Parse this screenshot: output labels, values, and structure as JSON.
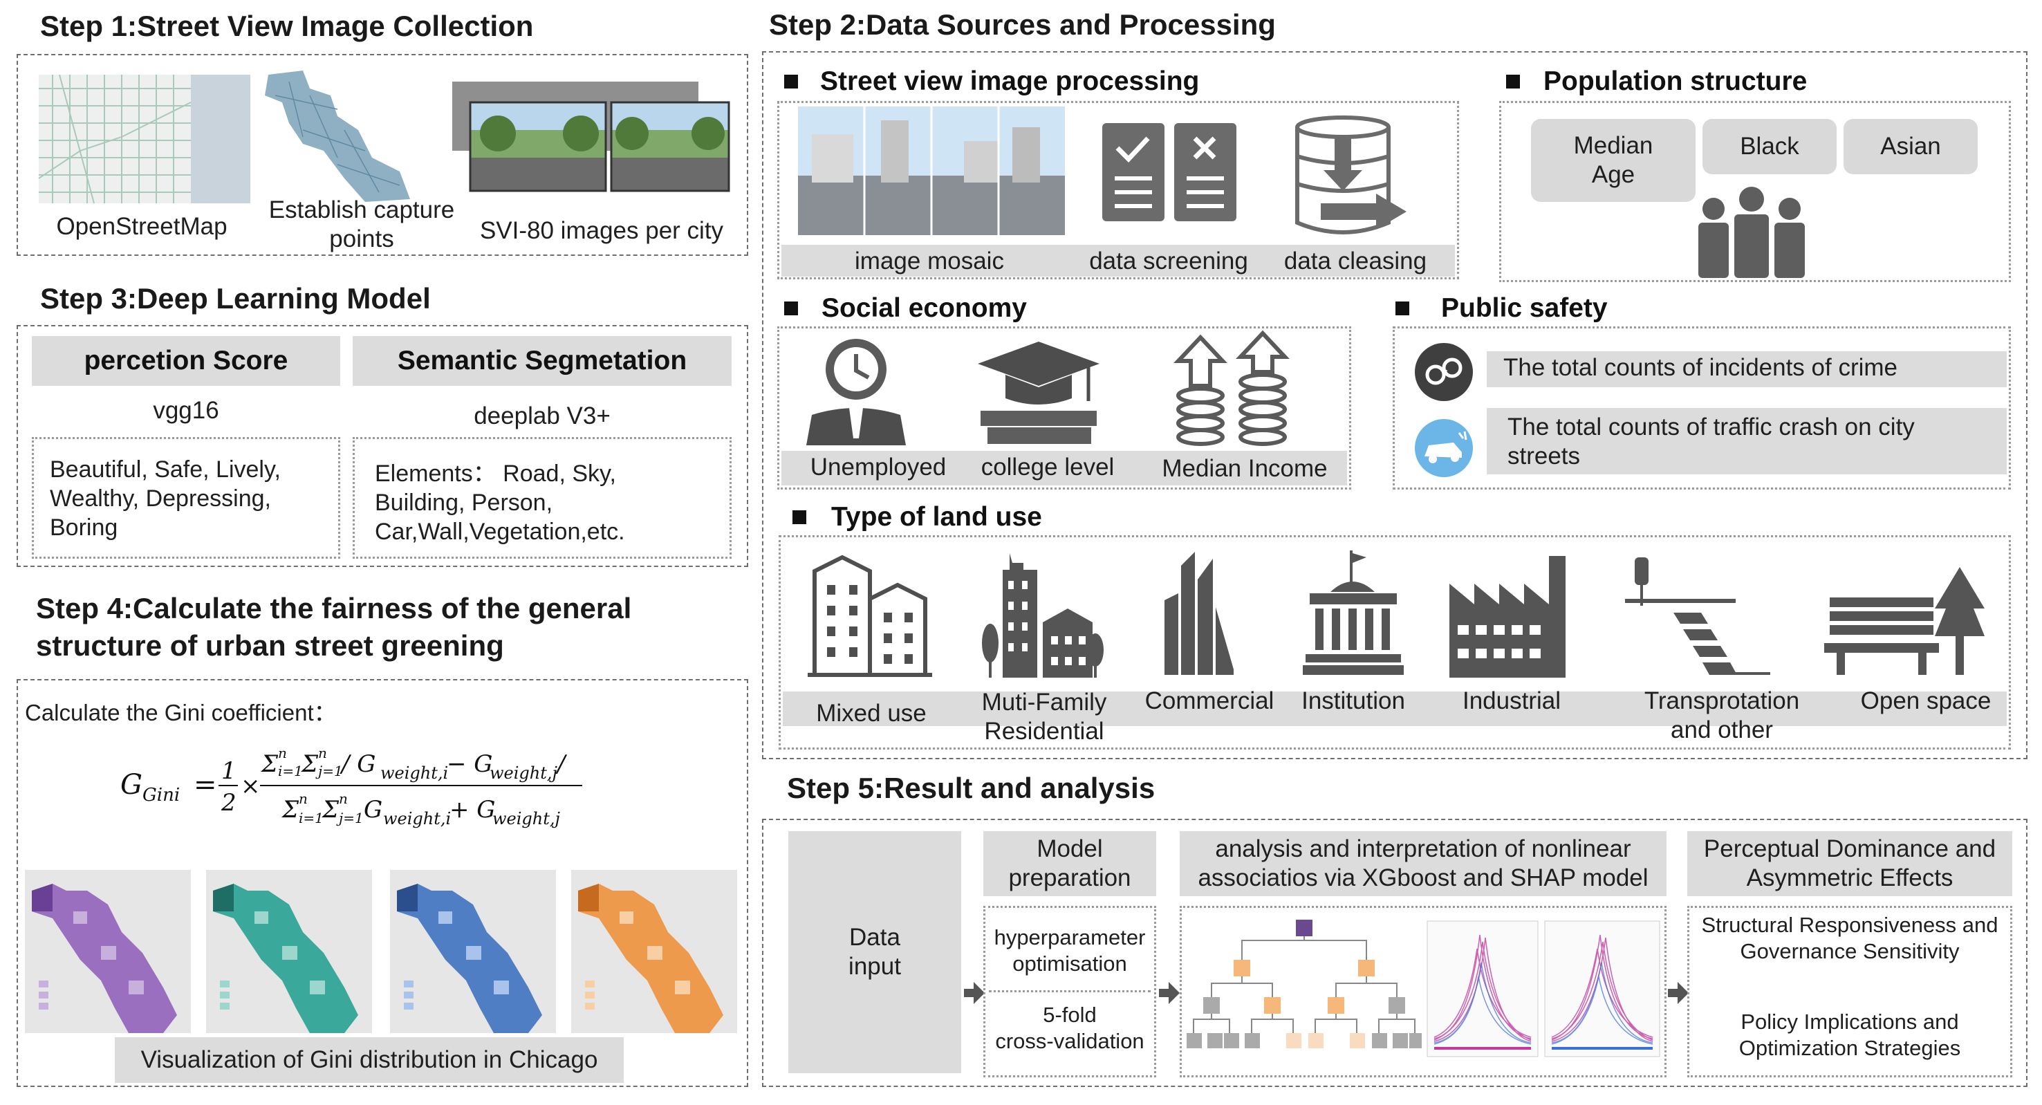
{
  "step1": {
    "title": "Step 1:Street View Image Collection",
    "osm_label": "OpenStreetMap",
    "capture_label_1": "Establish capture",
    "capture_label_2": "points",
    "svi_label": "SVI-80 images per city"
  },
  "step3": {
    "title": "Step 3:Deep Learning Model",
    "left_header": "percetion Score",
    "left_model": "vgg16",
    "left_items_1": "Beautiful, Safe, Lively,",
    "left_items_2": "Wealthy, Depressing,",
    "left_items_3": "Boring",
    "right_header": "Semantic Segmetation",
    "right_model": "deeplab V3+",
    "right_items_1": "Elements： Road, Sky,",
    "right_items_2": "Building, Person,",
    "right_items_3": "Car,Wall,Vegetation,etc."
  },
  "step4": {
    "title_1": "Step 4:Calculate the fairness of the general",
    "title_2": "structure of urban street greening",
    "calc_label": "Calculate the Gini coefficient：",
    "map_caption": "Visualization of Gini distribution in Chicago",
    "map_colors": [
      "#9b6fbf",
      "#3aa89a",
      "#4f7ec4",
      "#ee9a4d"
    ]
  },
  "step2": {
    "title": "Step 2:Data Sources and Processing",
    "svi_processing": {
      "title": "Street view image processing",
      "items": [
        "image mosaic",
        "data screening",
        "data cleasing"
      ]
    },
    "population": {
      "title": "Population structure",
      "bubble_1a": "Median",
      "bubble_1b": "Age",
      "bubble_2": "Black",
      "bubble_3": "Asian"
    },
    "social_economy": {
      "title": "Social economy",
      "items": [
        "Unemployed",
        "college level",
        "Median Income"
      ]
    },
    "public_safety": {
      "title": "Public safety",
      "crime": "The total counts of incidents of crime",
      "traffic_1": "The total counts of traffic crash on city",
      "traffic_2": "streets"
    },
    "land_use": {
      "title": "Type of land use",
      "mixed": "Mixed use",
      "multi_1": "Muti-Family",
      "multi_2": "Residential",
      "commercial": "Commercial",
      "institution": "Institution",
      "industrial": "Industrial",
      "transport_1": "Transprotation",
      "transport_2": "and other",
      "open_space": "Open space"
    }
  },
  "step5": {
    "title": "Step 5:Result and analysis",
    "data_input_1": "Data",
    "data_input_2": "input",
    "model_prep_1": "Model",
    "model_prep_2": "preparation",
    "hyper_1": "hyperparameter",
    "hyper_2": "optimisation",
    "cv_1": "5-fold",
    "cv_2": "cross-validation",
    "analysis_1": "analysis and interpretation of nonlinear",
    "analysis_2": "associatios via XGboost and SHAP model",
    "perc_1": "Perceptual Dominance and",
    "perc_2": "Asymmetric Effects",
    "struct_1": "Structural Responsiveness and",
    "struct_2": "Governance Sensitivity",
    "policy_1": "Policy Implications and",
    "policy_2": "Optimization Strategies"
  },
  "colors": {
    "icon_grey": "#6b6b6b",
    "box_grey": "#dcdcdc",
    "tree_orange": "#f5b87a",
    "tree_purple": "#6a4a8e",
    "traffic_blue": "#6bb6e6"
  }
}
